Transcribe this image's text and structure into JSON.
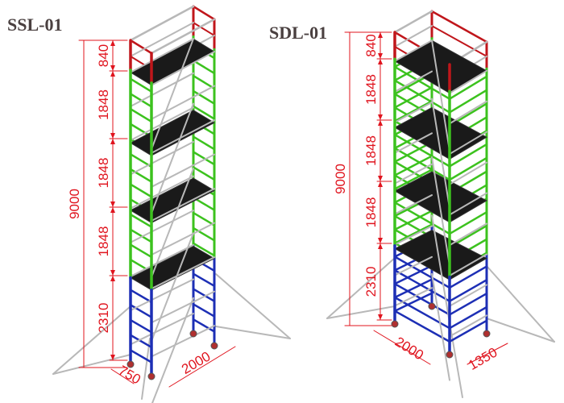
{
  "colors": {
    "top_section": "#c0161b",
    "middle_section": "#3cc21e",
    "base_section": "#1d2fb5",
    "braces": "#b8b8b8",
    "platform": "#1a1a1a",
    "dimension": "#e0141e",
    "title": "#4a4040"
  },
  "models": [
    {
      "title": "SSL-01",
      "total_height": "9000",
      "section_heights": [
        "840",
        "1848",
        "1848",
        "1848",
        "2310"
      ],
      "base_dims": [
        "750",
        "2000"
      ]
    },
    {
      "title": "SDL-01",
      "total_height": "9000",
      "section_heights": [
        "840",
        "1848",
        "1848",
        "1848",
        "2310"
      ],
      "base_dims": [
        "2000",
        "1350"
      ]
    }
  ]
}
